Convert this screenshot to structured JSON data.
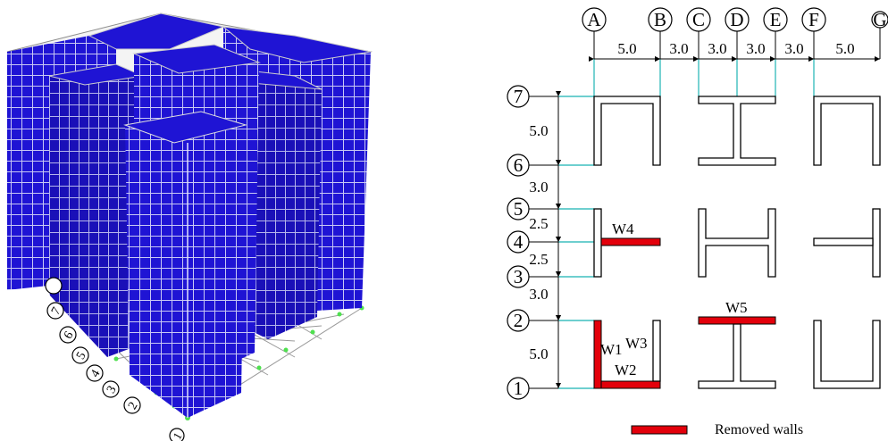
{
  "colors": {
    "building_blue": "#1f14d4",
    "grid_cyan": "#3fbfbf",
    "removed_wall_red": "#e3000b",
    "support_green": "#4fe04f"
  },
  "model_view": {
    "axis_labels": [
      "1",
      "2",
      "3",
      "4",
      "5",
      "6",
      "7"
    ]
  },
  "plan": {
    "column_axes": [
      "A",
      "B",
      "C",
      "D",
      "E",
      "F",
      "G"
    ],
    "row_axes": [
      "1",
      "2",
      "3",
      "4",
      "5",
      "6",
      "7"
    ],
    "column_spacings": [
      "5.0",
      "3.0",
      "3.0",
      "3.0",
      "3.0",
      "5.0"
    ],
    "row_spacings": [
      "5.0",
      "3.0",
      "2.5",
      "2.5",
      "3.0",
      "5.0"
    ],
    "wall_labels": [
      "W1",
      "W2",
      "W3",
      "W4",
      "W5"
    ]
  },
  "legend": {
    "label": "Removed walls"
  }
}
